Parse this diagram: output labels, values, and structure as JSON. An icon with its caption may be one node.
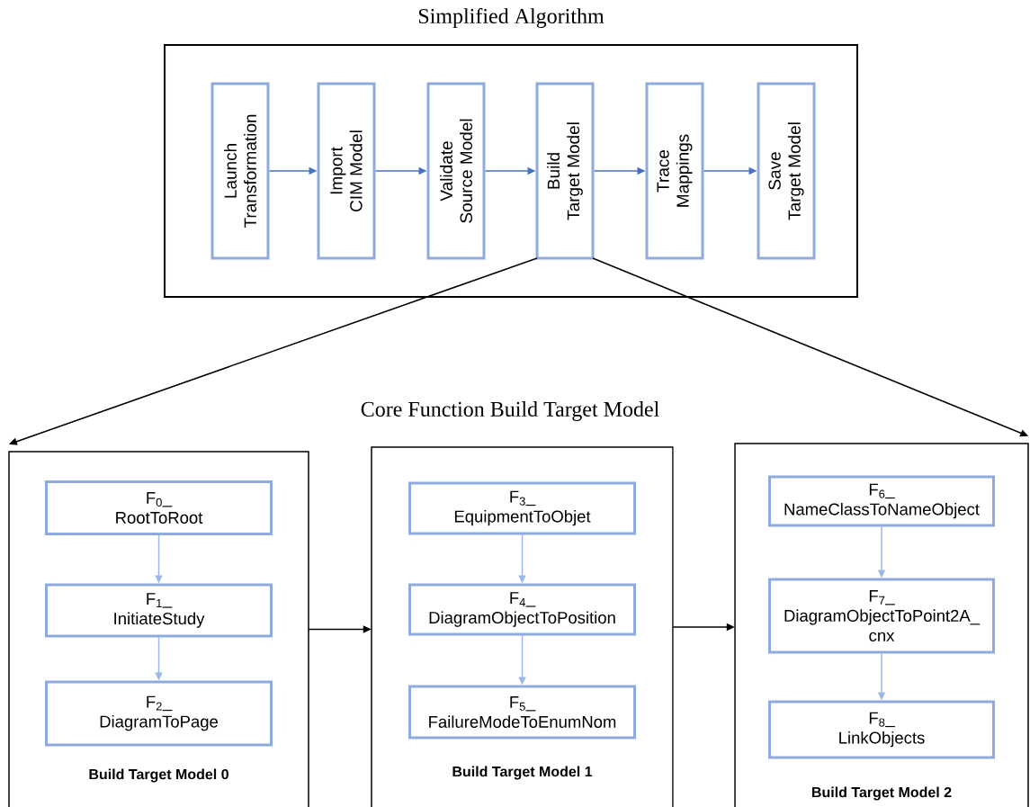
{
  "diagram": {
    "nodes": [
      {
        "text": [
          "Simplified Algorithm"
        ]
      },
      {
        "text": [
          "Launch",
          "Transformation"
        ],
        "in": 0
      },
      {
        "text": [
          "Import",
          "CIM Model"
        ],
        "in": 0
      },
      {
        "text": [
          "Validate",
          "Source Model"
        ],
        "in": 0
      },
      {
        "text": [
          "Build",
          "Target Model"
        ],
        "in": 0
      },
      {
        "text": [
          "Trace",
          "Mappings"
        ],
        "in": 0
      },
      {
        "text": [
          "Save",
          "Target Model"
        ],
        "in": 0
      },
      {
        "text": [
          "Build Target Model 0"
        ]
      },
      {
        "text": [
          "F$_{0}$_",
          "RootToRoot"
        ],
        "in": 7
      },
      {
        "text": [
          "F$_{1}$_",
          "InitiateStudy"
        ],
        "in": 7
      },
      {
        "text": [
          "F$_{2}$_",
          "DiagramToPage"
        ],
        "in": 7
      },
      {
        "text": [
          "Build Target Model 1"
        ]
      },
      {
        "text": [
          "F$_{3}$_",
          "EquipmentToObjet"
        ],
        "in": 11
      },
      {
        "text": [
          "F$_{4}$_",
          "DiagramObjectToPosition"
        ],
        "in": 11
      },
      {
        "text": [
          "F$_{5}$_",
          "FailureModeToEnumNom"
        ],
        "in": 11
      },
      {
        "text": [
          "Build Target Model 2"
        ]
      },
      {
        "text": [
          "F$_{6}$_",
          "NameClassToNameObject"
        ],
        "in": 15
      },
      {
        "text": [
          "F$_{7}$_",
          "DiagramObjectToPoint2A_ cnx"
        ],
        "in": 15
      },
      {
        "text": [
          "F$_{8}$_",
          "LinkObjects"
        ],
        "in": 15
      }
    ],
    "edges": [
      {
        "from": 1,
        "to": 2,
        "arrow": "to",
        "color": "#4472c4"
      },
      {
        "from": 2,
        "to": 3,
        "arrow": "to",
        "color": "#4472c4"
      },
      {
        "from": 3,
        "to": 4,
        "arrow": "to",
        "color": "#4472c4"
      },
      {
        "from": 4,
        "to": 5,
        "arrow": "to",
        "color": "#4472c4"
      },
      {
        "from": 5,
        "to": 6,
        "arrow": "to",
        "color": "#4472c4"
      },
      {
        "from": 4,
        "to": 7,
        "arrow": "to",
        "color": "#000000"
      },
      {
        "from": 4,
        "to": 15,
        "arrow": "to",
        "color": "#000000"
      },
      {
        "from": 8,
        "to": 9,
        "arrow": "to",
        "color": "#9db8e8"
      },
      {
        "from": 9,
        "to": 10,
        "arrow": "to",
        "color": "#9db8e8"
      },
      {
        "from": 7,
        "to": 11,
        "arrow": "to",
        "color": "#000000"
      },
      {
        "from": 12,
        "to": 13,
        "arrow": "to",
        "color": "#9db8e8"
      },
      {
        "from": 13,
        "to": 14,
        "arrow": "to",
        "color": "#9db8e8"
      },
      {
        "from": 11,
        "to": 15,
        "arrow": "to",
        "color": "#000000"
      },
      {
        "from": 16,
        "to": 17,
        "arrow": "to",
        "color": "#9db8e8"
      },
      {
        "from": 17,
        "to": 18,
        "arrow": "to",
        "color": "#9db8e8"
      }
    ],
    "labels": [
      "Core Function Build Target Model"
    ]
  }
}
